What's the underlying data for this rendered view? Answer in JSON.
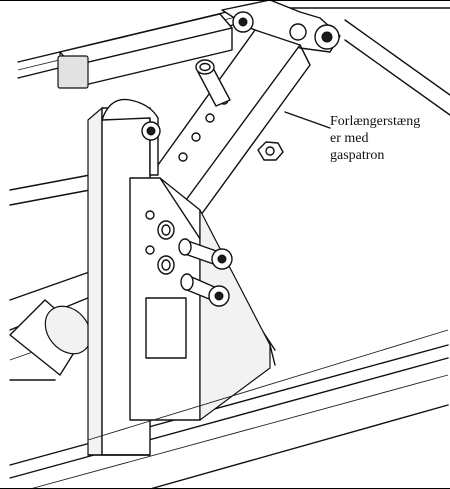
{
  "callout": {
    "lines": [
      "Forlængerstæng",
      "er med",
      "gaspatron"
    ]
  }
}
